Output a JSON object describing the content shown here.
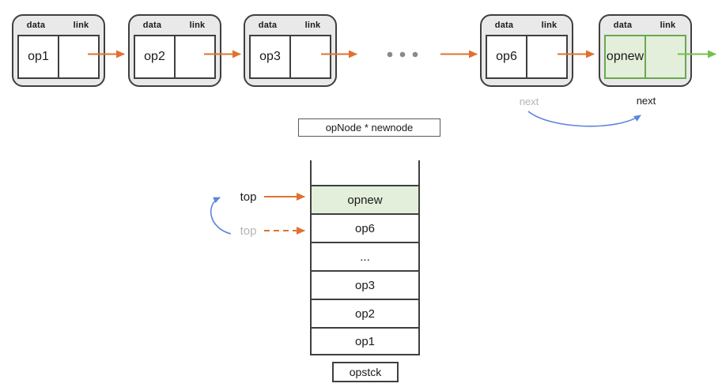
{
  "colors": {
    "orange_arrow": "#de7230",
    "green_arrow": "#74c04a",
    "green_cell_border": "#6aa84f",
    "green_cell_fill": "#e3efda",
    "blue_arrow": "#5b85e0",
    "muted_gray_text": "#b5b5b5",
    "node_fill": "#e9e9e9",
    "outline_dark": "#3f3f3f"
  },
  "linked_list": {
    "field_labels": {
      "data": "data",
      "link": "link"
    },
    "nodes": [
      {
        "value": "op1",
        "highlighted": false
      },
      {
        "value": "op2",
        "highlighted": false
      },
      {
        "value": "op3",
        "highlighted": false
      },
      {
        "value": "op6",
        "highlighted": false
      },
      {
        "value": "opnew",
        "highlighted": true
      }
    ],
    "old_next_label": "next",
    "new_next_label": "next"
  },
  "pointer_box": {
    "label": "opNode * newnode"
  },
  "stack": {
    "cells": [
      {
        "value": "opnew",
        "highlighted": true
      },
      {
        "value": "op6",
        "highlighted": false
      },
      {
        "value": "...",
        "highlighted": false
      },
      {
        "value": "op3",
        "highlighted": false
      },
      {
        "value": "op2",
        "highlighted": false
      },
      {
        "value": "op1",
        "highlighted": false
      }
    ],
    "new_top_label": "top",
    "old_top_label": "top",
    "name_label": "opstck"
  }
}
